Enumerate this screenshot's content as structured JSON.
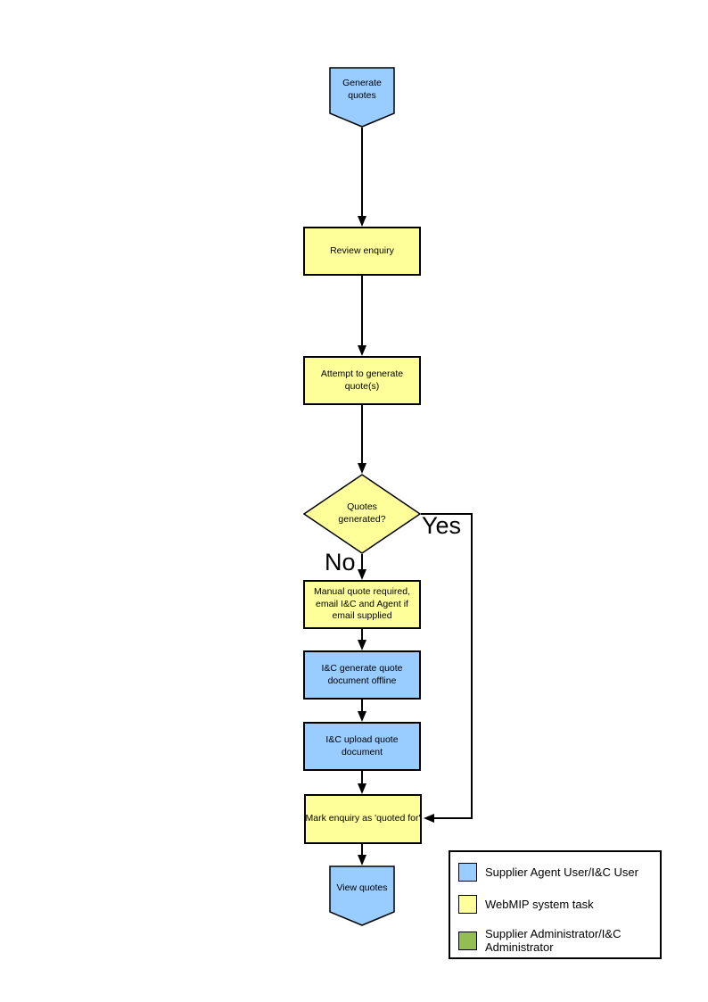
{
  "colors": {
    "user_task_blue": "#99CCFF",
    "system_task_yellow": "#FFFF99",
    "admin_green": "#92BE53",
    "line": "#000000"
  },
  "flowchart": {
    "nodes": {
      "start": {
        "label": "Generate quotes",
        "fill": "#99CCFF"
      },
      "review": {
        "label": "Review enquiry",
        "fill": "#FFFF99"
      },
      "attempt": {
        "label": "Attempt to generate quote(s)",
        "fill": "#FFFF99"
      },
      "decision": {
        "label": "Quotes generated?",
        "fill": "#FFFF99"
      },
      "manual": {
        "label": "Manual quote required, email I&C and Agent if email supplied",
        "fill": "#FFFF99"
      },
      "offline": {
        "label": "I&C generate quote document offline",
        "fill": "#99CCFF"
      },
      "upload": {
        "label": "I&C upload quote document",
        "fill": "#99CCFF"
      },
      "mark": {
        "label": "Mark enquiry as 'quoted for'",
        "fill": "#FFFF99"
      },
      "end": {
        "label": "View quotes",
        "fill": "#99CCFF"
      }
    },
    "branch_labels": {
      "yes": "Yes",
      "no": "No"
    }
  },
  "legend": {
    "items": [
      {
        "label": "Supplier Agent User/I&C User",
        "color": "#99CCFF"
      },
      {
        "label": "WebMIP system task",
        "color": "#FFFF99"
      },
      {
        "label": "Supplier Administrator/I&C Administrator",
        "color": "#92BE53"
      }
    ]
  }
}
